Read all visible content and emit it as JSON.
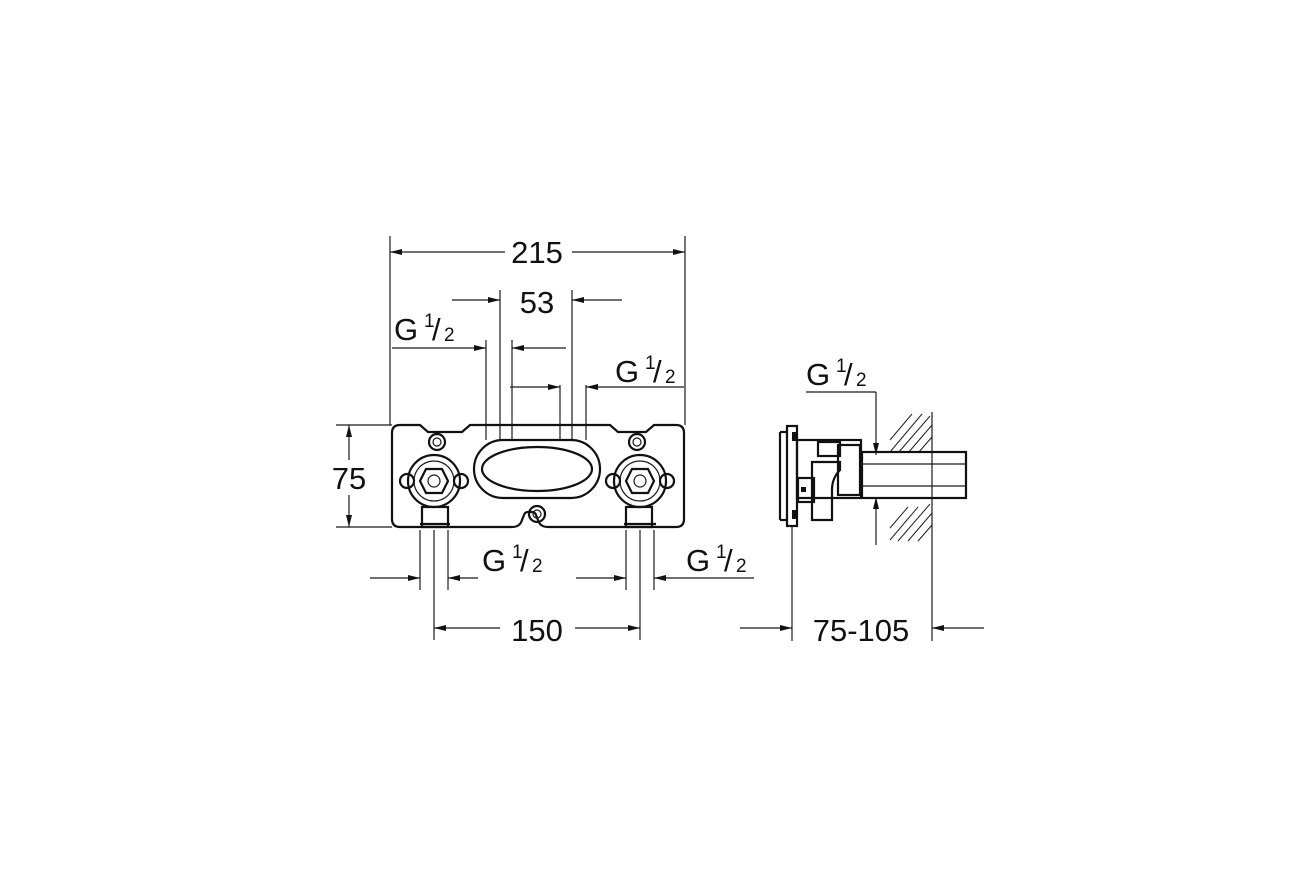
{
  "dimensions": {
    "overall_width": "215",
    "center_spacing": "53",
    "height": "75",
    "connection_spacing": "150",
    "wall_depth": "75-105"
  },
  "thread_label": {
    "letter": "G",
    "numerator": "1",
    "slash": "/",
    "denominator": "2"
  }
}
